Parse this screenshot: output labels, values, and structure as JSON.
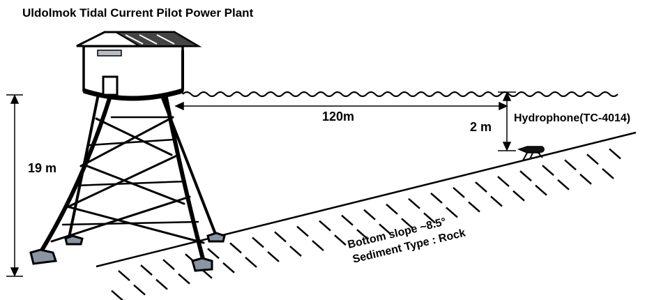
{
  "title": "Uldolmok Tidal Current Pilot Power Plant",
  "labels": {
    "distance": "120m",
    "depth": "2 m",
    "height": "19 m",
    "hydrophone": "Hydrophone(TC-4014)",
    "slope": "Bottom slope ~8.5°",
    "sediment": "Sediment Type : Rock"
  }
}
